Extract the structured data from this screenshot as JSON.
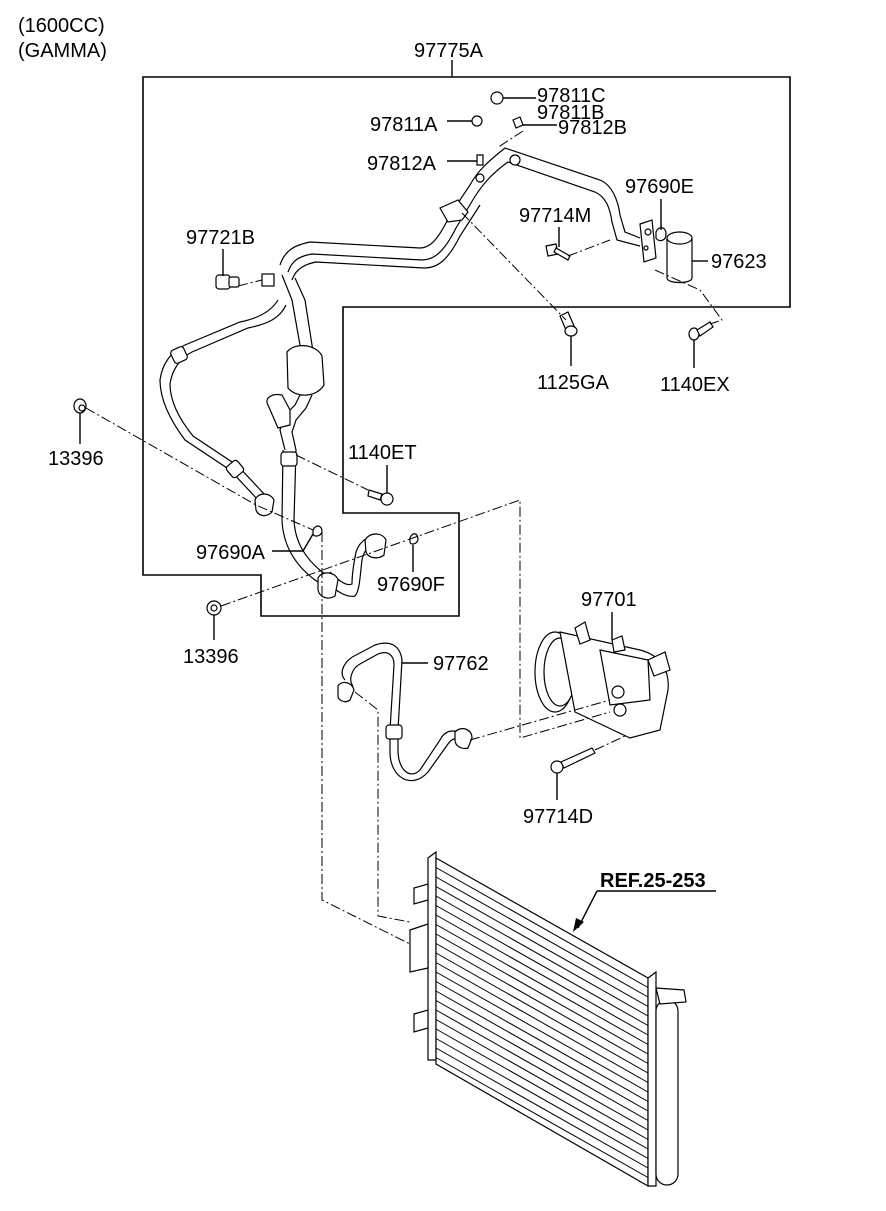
{
  "header": {
    "engine_line1": "(1600CC)",
    "engine_line2": "(GAMMA)"
  },
  "parts": {
    "p97775A": "97775A",
    "p97811C": "97811C",
    "p97811B": "97811B",
    "p97811A": "97811A",
    "p97812B": "97812B",
    "p97812A": "97812A",
    "p97690E": "97690E",
    "p97714M": "97714M",
    "p97623": "97623",
    "p97721B": "97721B",
    "p1125GA": "1125GA",
    "p1140EX": "1140EX",
    "p13396_upper": "13396",
    "p1140ET": "1140ET",
    "p97690A": "97690A",
    "p97690F": "97690F",
    "p13396_lower": "13396",
    "p97701": "97701",
    "p97762": "97762",
    "p97714D": "97714D"
  },
  "reference": {
    "label": "REF.25-253"
  }
}
